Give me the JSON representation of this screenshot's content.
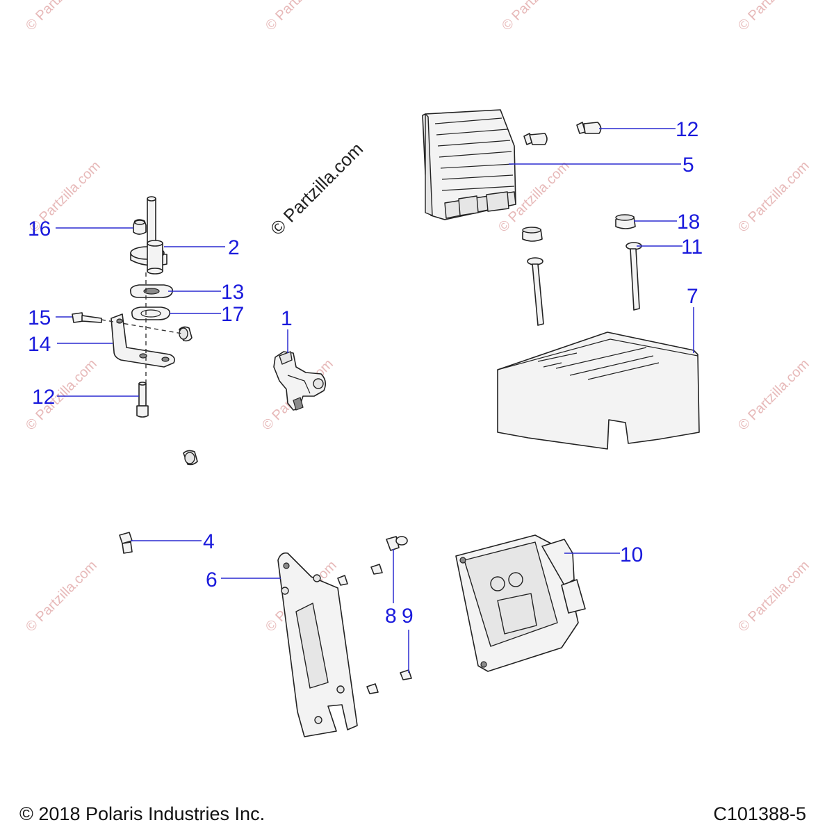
{
  "watermark": {
    "text": "© Partzilla.com",
    "center_text": "© Partzilla.com"
  },
  "callouts": [
    {
      "id": "1",
      "label": "1"
    },
    {
      "id": "2",
      "label": "2"
    },
    {
      "id": "4",
      "label": "4"
    },
    {
      "id": "5",
      "label": "5"
    },
    {
      "id": "6",
      "label": "6"
    },
    {
      "id": "7",
      "label": "7"
    },
    {
      "id": "8",
      "label": "8"
    },
    {
      "id": "9",
      "label": "9"
    },
    {
      "id": "10",
      "label": "10"
    },
    {
      "id": "11",
      "label": "11"
    },
    {
      "id": "12a",
      "label": "12"
    },
    {
      "id": "12b",
      "label": "12"
    },
    {
      "id": "13",
      "label": "13"
    },
    {
      "id": "14",
      "label": "14"
    },
    {
      "id": "15",
      "label": "15"
    },
    {
      "id": "16",
      "label": "16"
    },
    {
      "id": "17",
      "label": "17"
    },
    {
      "id": "18",
      "label": "18"
    }
  ],
  "footer": {
    "copyright": "© 2018 Polaris Industries Inc.",
    "diagram_code": "C101388-5"
  },
  "colors": {
    "callout": "#1a1adc",
    "watermark": "#e7b9b9",
    "line": "#222222"
  }
}
